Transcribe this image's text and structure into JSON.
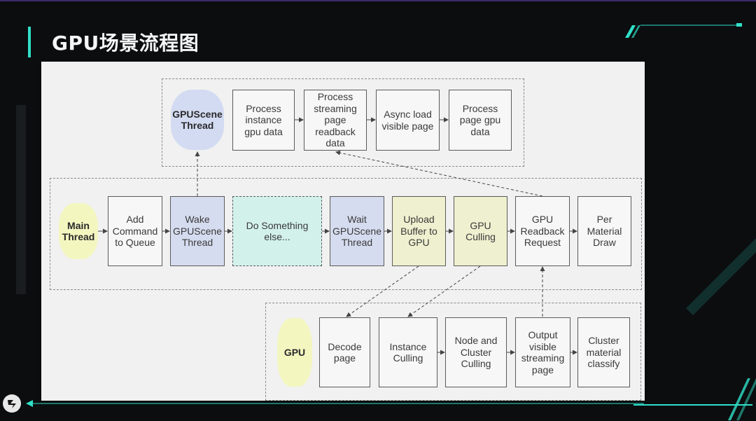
{
  "title": "GPU场景流程图",
  "colors": {
    "accent": "#2fe0c8",
    "node_blue": "#d6dcef",
    "node_yellow": "#eef0cf",
    "node_teal": "#d2f1ea"
  },
  "gpuscene_row": {
    "actor": "GPUScene\nThread",
    "steps": [
      "Process\ninstance\ngpu data",
      "Process\nstreaming\npage\nreadback\ndata",
      "Async load\nvisible page",
      "Process\npage gpu\ndata"
    ]
  },
  "main_row": {
    "actor": "Main\nThread",
    "steps": [
      "Add\nCommand\nto Queue",
      "Wake\nGPUScene\nThread",
      "Do Something\nelse...",
      "Wait\nGPUScene\nThread",
      "Upload\nBuffer to\nGPU",
      "GPU\nCulling",
      "GPU\nReadback\nRequest",
      "Per\nMaterial\nDraw"
    ]
  },
  "gpu_row": {
    "actor": "GPU",
    "steps": [
      "Decode\npage",
      "Instance\nCulling",
      "Node and\nCluster\nCulling",
      "Output\nvisible\nstreaming\npage",
      "Cluster\nmaterial\nclassify"
    ]
  }
}
